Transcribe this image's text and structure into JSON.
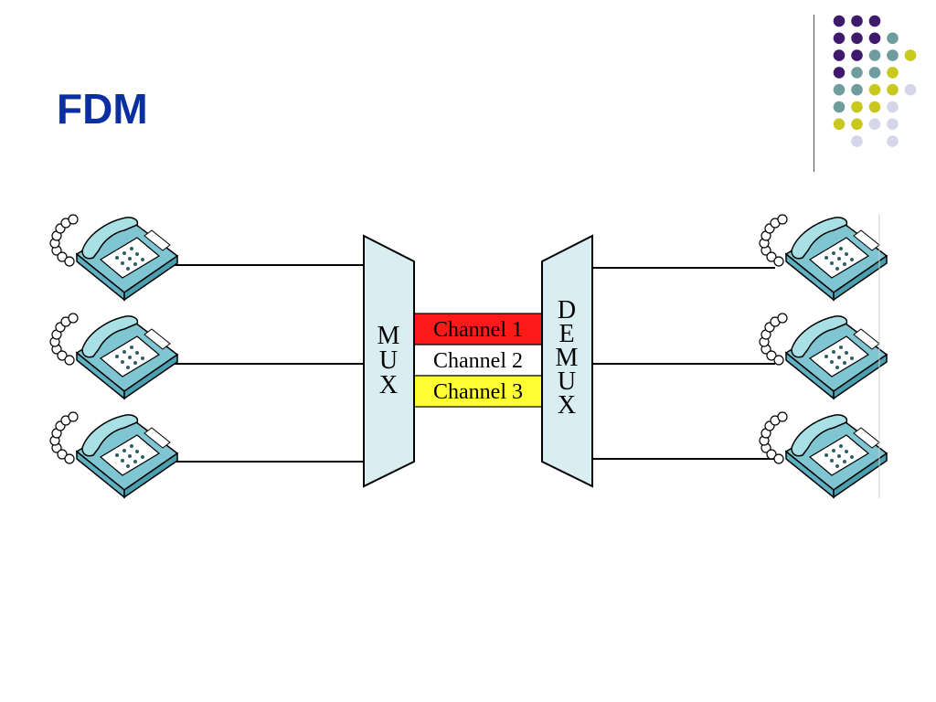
{
  "slide": {
    "title": "FDM"
  },
  "decoration": {
    "dot_colors": {
      "purple": "#3d1a6b",
      "teal": "#6f9d9d",
      "yellow": "#c8c81e",
      "lavender": "#d6d6ea"
    }
  },
  "diagram": {
    "mux_letters": [
      "M",
      "U",
      "X"
    ],
    "demux_letters": [
      "D",
      "E",
      "M",
      "U",
      "X"
    ],
    "channels": [
      {
        "label": "Channel 1",
        "color": "#ff1a1a"
      },
      {
        "label": "Channel 2",
        "color": "#ffffff"
      },
      {
        "label": "Channel 3",
        "color": "#ffff33"
      }
    ],
    "phone_icon": "telephone-icon",
    "colors": {
      "mux_fill": "#d8eef2",
      "phone_body": "#8ed4dc",
      "line": "#000000"
    }
  }
}
